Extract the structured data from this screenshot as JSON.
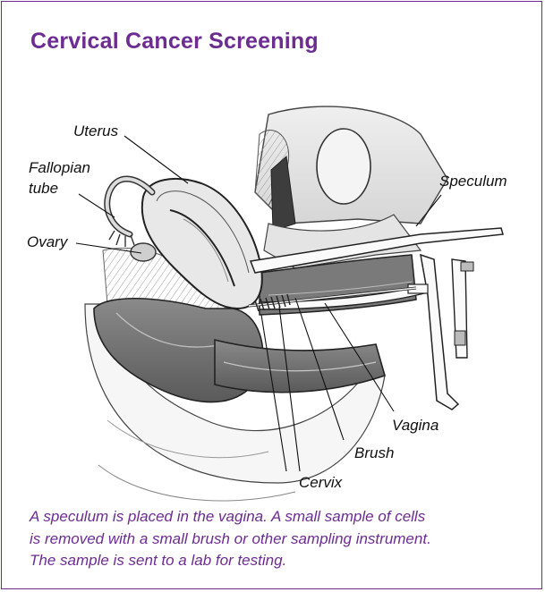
{
  "title": "Cervical Cancer Screening",
  "labels": {
    "uterus": "Uterus",
    "fallopian_line1": "Fallopian",
    "fallopian_line2": "tube",
    "ovary": "Ovary",
    "speculum": "Speculum",
    "vagina": "Vagina",
    "brush": "Brush",
    "cervix": "Cervix"
  },
  "caption": {
    "line1": "A speculum is placed in the vagina. A small sample of cells",
    "line2": "is removed with a small brush or other sampling instrument.",
    "line3": "The sample is sent to a lab for testing."
  },
  "colors": {
    "accent": "#6c2c91"
  }
}
